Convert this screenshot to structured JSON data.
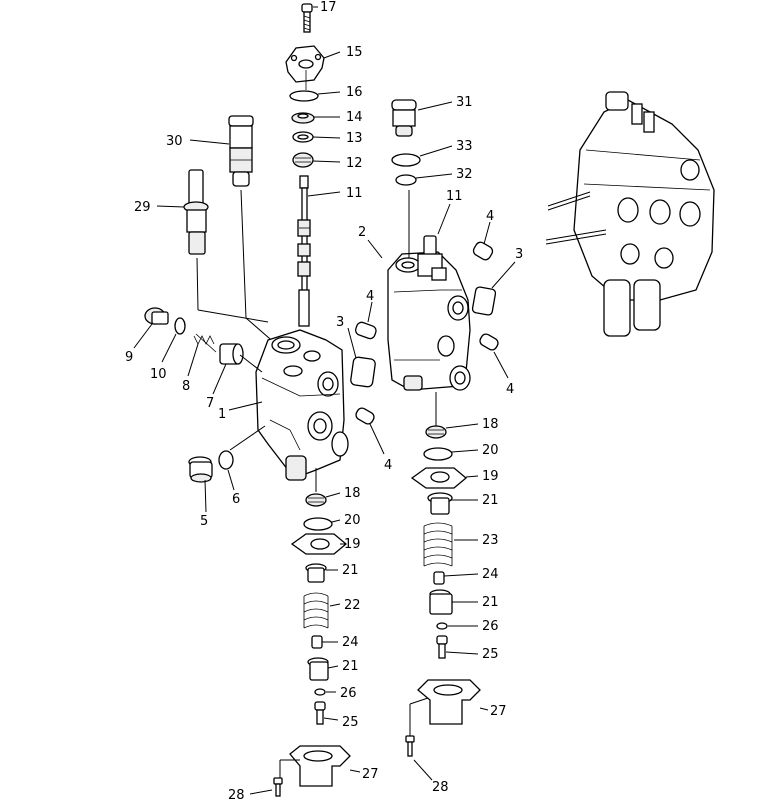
{
  "diagram": {
    "callouts": [
      {
        "id": "c17a",
        "label": "17"
      },
      {
        "id": "c15a",
        "label": "15"
      },
      {
        "id": "c16a",
        "label": "16"
      },
      {
        "id": "c14a",
        "label": "14"
      },
      {
        "id": "c13a",
        "label": "13"
      },
      {
        "id": "c12a",
        "label": "12"
      },
      {
        "id": "c11a",
        "label": "11"
      },
      {
        "id": "c30a",
        "label": "30"
      },
      {
        "id": "c29a",
        "label": "29"
      },
      {
        "id": "c31a",
        "label": "31"
      },
      {
        "id": "c33a",
        "label": "33"
      },
      {
        "id": "c32a",
        "label": "32"
      },
      {
        "id": "c11b",
        "label": "11"
      },
      {
        "id": "c2a",
        "label": "2"
      },
      {
        "id": "c4a",
        "label": "4"
      },
      {
        "id": "c3a",
        "label": "3"
      },
      {
        "id": "c4b",
        "label": "4"
      },
      {
        "id": "c3b",
        "label": "3"
      },
      {
        "id": "c4c",
        "label": "4"
      },
      {
        "id": "c4d",
        "label": "4"
      },
      {
        "id": "c9a",
        "label": "9"
      },
      {
        "id": "c10a",
        "label": "10"
      },
      {
        "id": "c8a",
        "label": "8"
      },
      {
        "id": "c7a",
        "label": "7"
      },
      {
        "id": "c1a",
        "label": "1"
      },
      {
        "id": "c6a",
        "label": "6"
      },
      {
        "id": "c5a",
        "label": "5"
      },
      {
        "id": "c18a",
        "label": "18"
      },
      {
        "id": "c20a",
        "label": "20"
      },
      {
        "id": "c19a",
        "label": "19"
      },
      {
        "id": "c21a",
        "label": "21"
      },
      {
        "id": "c23a",
        "label": "23"
      },
      {
        "id": "c24a",
        "label": "24"
      },
      {
        "id": "c21b",
        "label": "21"
      },
      {
        "id": "c26a",
        "label": "26"
      },
      {
        "id": "c25a",
        "label": "25"
      },
      {
        "id": "c27a",
        "label": "27"
      },
      {
        "id": "c28a",
        "label": "28"
      },
      {
        "id": "c18b",
        "label": "18"
      },
      {
        "id": "c20b",
        "label": "20"
      },
      {
        "id": "c19b",
        "label": "19"
      },
      {
        "id": "c21c",
        "label": "21"
      },
      {
        "id": "c22a",
        "label": "22"
      },
      {
        "id": "c24b",
        "label": "24"
      },
      {
        "id": "c21d",
        "label": "21"
      },
      {
        "id": "c26b",
        "label": "26"
      },
      {
        "id": "c25b",
        "label": "25"
      },
      {
        "id": "c27b",
        "label": "27"
      },
      {
        "id": "c28b",
        "label": "28"
      }
    ]
  }
}
